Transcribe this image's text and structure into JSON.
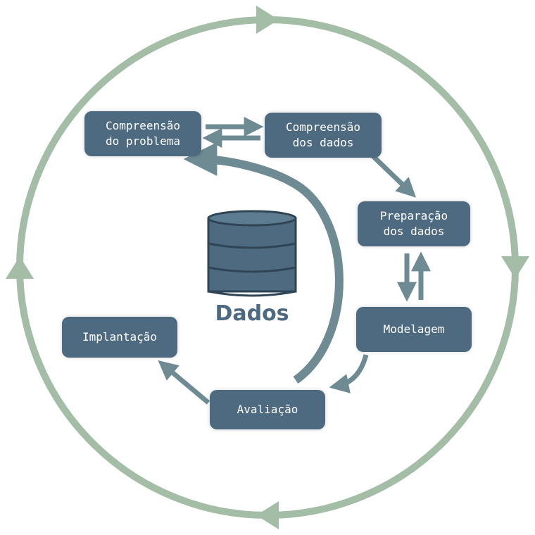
{
  "colors": {
    "outer_cycle": "#a3bda6",
    "inner_flow": "#6e8a93",
    "node_fill": "#4d6a80",
    "node_text": "#ffffff",
    "db_fill": "#4d6a80",
    "db_stroke": "#2f4556"
  },
  "nodes": {
    "business_understanding": "Compreensão\ndo problema",
    "data_understanding": "Compreensão\ndos dados",
    "data_preparation": "Preparação\ndos dados",
    "modeling": "Modelagem",
    "evaluation": "Avaliação",
    "deployment": "Implantação"
  },
  "center": {
    "icon": "database-icon",
    "label": "Dados"
  }
}
